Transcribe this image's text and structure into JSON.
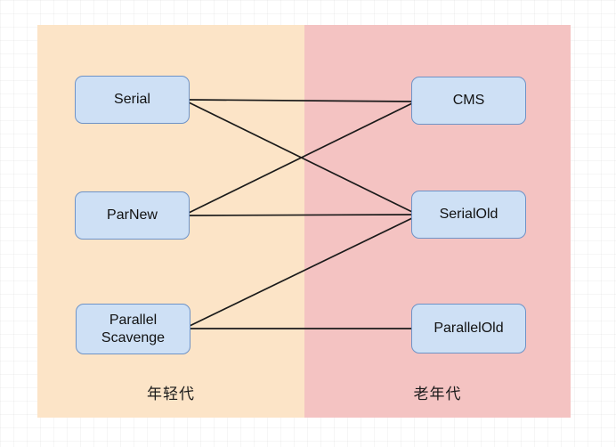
{
  "diagram": {
    "type": "connection-diagram",
    "subject": "JVM garbage collector pairings",
    "panels": {
      "young": {
        "label": "年轻代",
        "background": "#FCE4C7"
      },
      "old": {
        "label": "老年代",
        "background": "#F4C3C2"
      }
    },
    "nodes": [
      {
        "id": "serial",
        "label": "Serial",
        "generation": "young"
      },
      {
        "id": "parnew",
        "label": "ParNew",
        "generation": "young"
      },
      {
        "id": "parallel-scavenge",
        "label": "Parallel Scavenge",
        "generation": "young"
      },
      {
        "id": "cms",
        "label": "CMS",
        "generation": "old"
      },
      {
        "id": "serialold",
        "label": "SerialOld",
        "generation": "old"
      },
      {
        "id": "parallelold",
        "label": "ParallelOld",
        "generation": "old"
      }
    ],
    "edges": [
      {
        "from": "Serial",
        "to": "CMS"
      },
      {
        "from": "Serial",
        "to": "SerialOld"
      },
      {
        "from": "ParNew",
        "to": "CMS"
      },
      {
        "from": "ParNew",
        "to": "SerialOld"
      },
      {
        "from": "Parallel Scavenge",
        "to": "SerialOld"
      },
      {
        "from": "Parallel Scavenge",
        "to": "ParallelOld"
      }
    ],
    "colors": {
      "node_fill": "#CEE0F5",
      "node_border": "#6E93C7",
      "edge": "#1A1A1A",
      "young_background": "#FCE4C7",
      "old_background": "#F4C3C2",
      "text": "#111111"
    }
  }
}
